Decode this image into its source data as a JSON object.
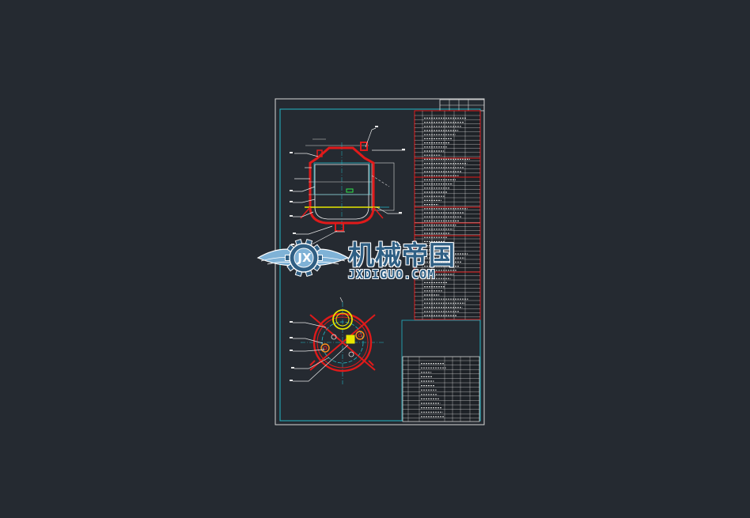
{
  "watermark": {
    "brand_cn": "机械帝国",
    "brand_en": "JXDIGUO.COM",
    "logo_text": "JX"
  },
  "colors": {
    "background": "#252a31",
    "sheet_border": "#d8d8d8",
    "inner_frame": "#22b8c8",
    "vessel_outline": "#e01a1a",
    "center_line": "#e7e700",
    "leader_line": "#e8e8e8",
    "table_fill": "#1e2227",
    "watermark_blue": "#2f5f84"
  },
  "icons": [
    "gear-wing-logo-icon"
  ]
}
